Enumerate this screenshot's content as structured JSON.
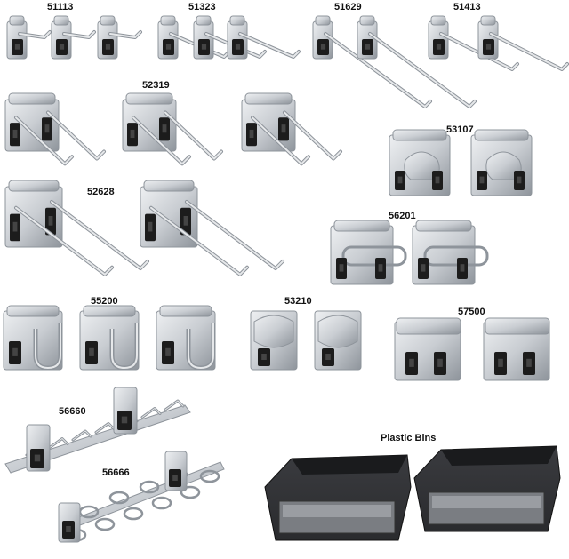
{
  "groups": [
    {
      "part_number": "51113",
      "item_count": 3
    },
    {
      "part_number": "51323",
      "item_count": 3
    },
    {
      "part_number": "51629",
      "item_count": 2
    },
    {
      "part_number": "51413",
      "item_count": 2
    },
    {
      "part_number": "52319",
      "item_count": 3
    },
    {
      "part_number": "53107",
      "item_count": 2
    },
    {
      "part_number": "52628",
      "item_count": 2
    },
    {
      "part_number": "56201",
      "item_count": 2
    },
    {
      "part_number": "55200",
      "item_count": 3
    },
    {
      "part_number": "53210",
      "item_count": 2
    },
    {
      "part_number": "57500",
      "item_count": 2
    },
    {
      "part_number": "56660",
      "item_count": 1
    },
    {
      "part_number": "56666",
      "item_count": 1
    },
    {
      "part_number": "Plastic Bins",
      "item_count": 2
    }
  ],
  "colors": {
    "metal": "#c9cdd2",
    "metal_dark": "#8e949b",
    "insert": "#1c1c1c",
    "bin": "#2a2b2e",
    "bin_front": "#7a7d82"
  }
}
